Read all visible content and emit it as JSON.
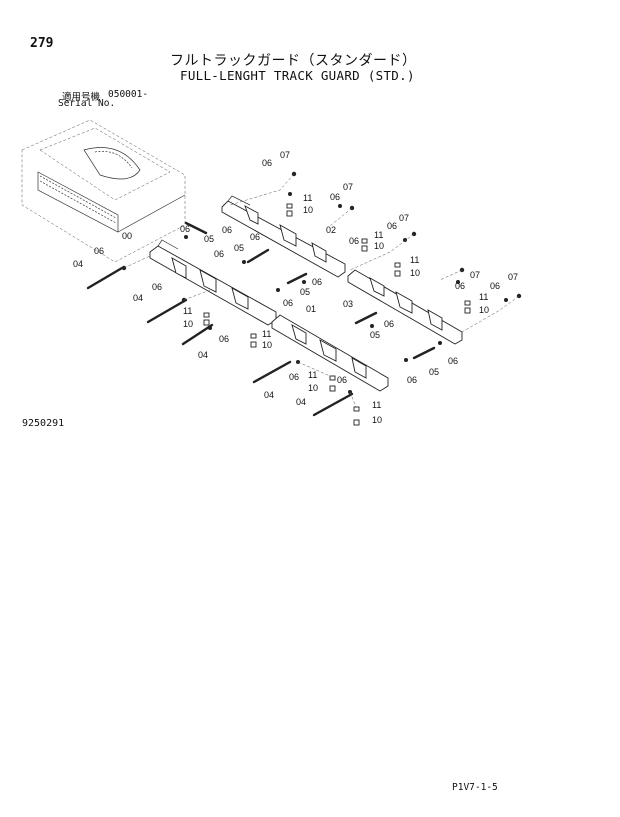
{
  "page": {
    "number": "279",
    "title_jp": "フルトラックガード（スタンダード）",
    "title_en": "FULL-LENGHT TRACK GUARD (STD.)",
    "serial_label_jp": "適用号機",
    "serial_value": "050001-",
    "serial_label_en": "Serial No.",
    "illustration_no": "9250291",
    "doc_code": "P1V7-1-5"
  },
  "parts": {
    "guard_00": "00",
    "guard_01": "01",
    "guard_02": "02",
    "guard_03": "03",
    "bolt_04": "04",
    "pin_05": "05",
    "nut_06": "06",
    "nut_07": "07",
    "bolt_10": "10",
    "washer_11": "11"
  }
}
